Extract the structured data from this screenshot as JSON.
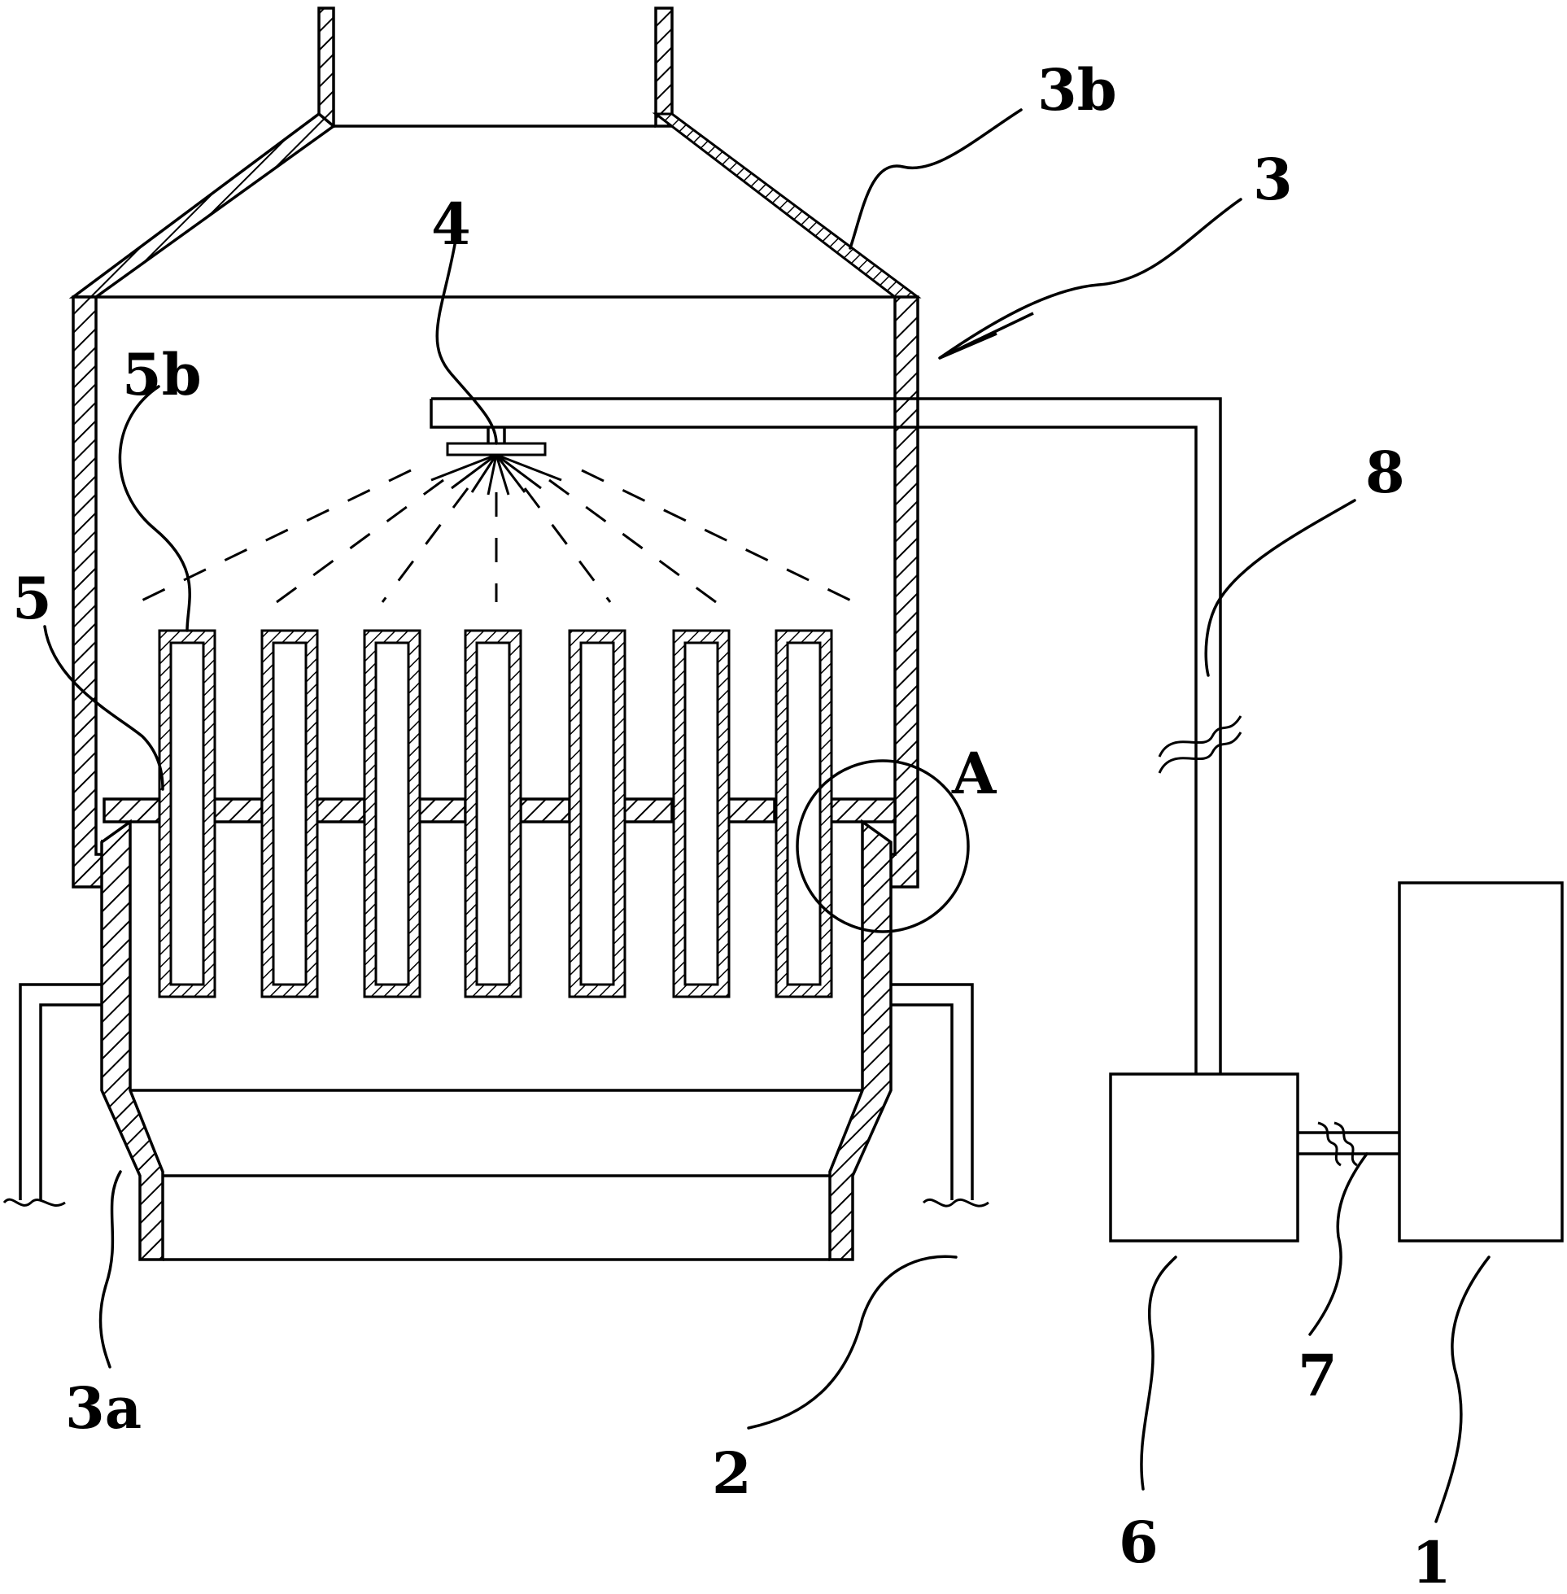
{
  "labels": {
    "tower": "3",
    "tower_top": "3b",
    "tower_bottom": "3a",
    "nozzle": "4",
    "tube_plate": "5",
    "heat_tube": "5b",
    "detail_a": "A",
    "pipe": "8",
    "unit_6": "6",
    "unit_1": "1",
    "link_7": "7",
    "support": "2"
  }
}
